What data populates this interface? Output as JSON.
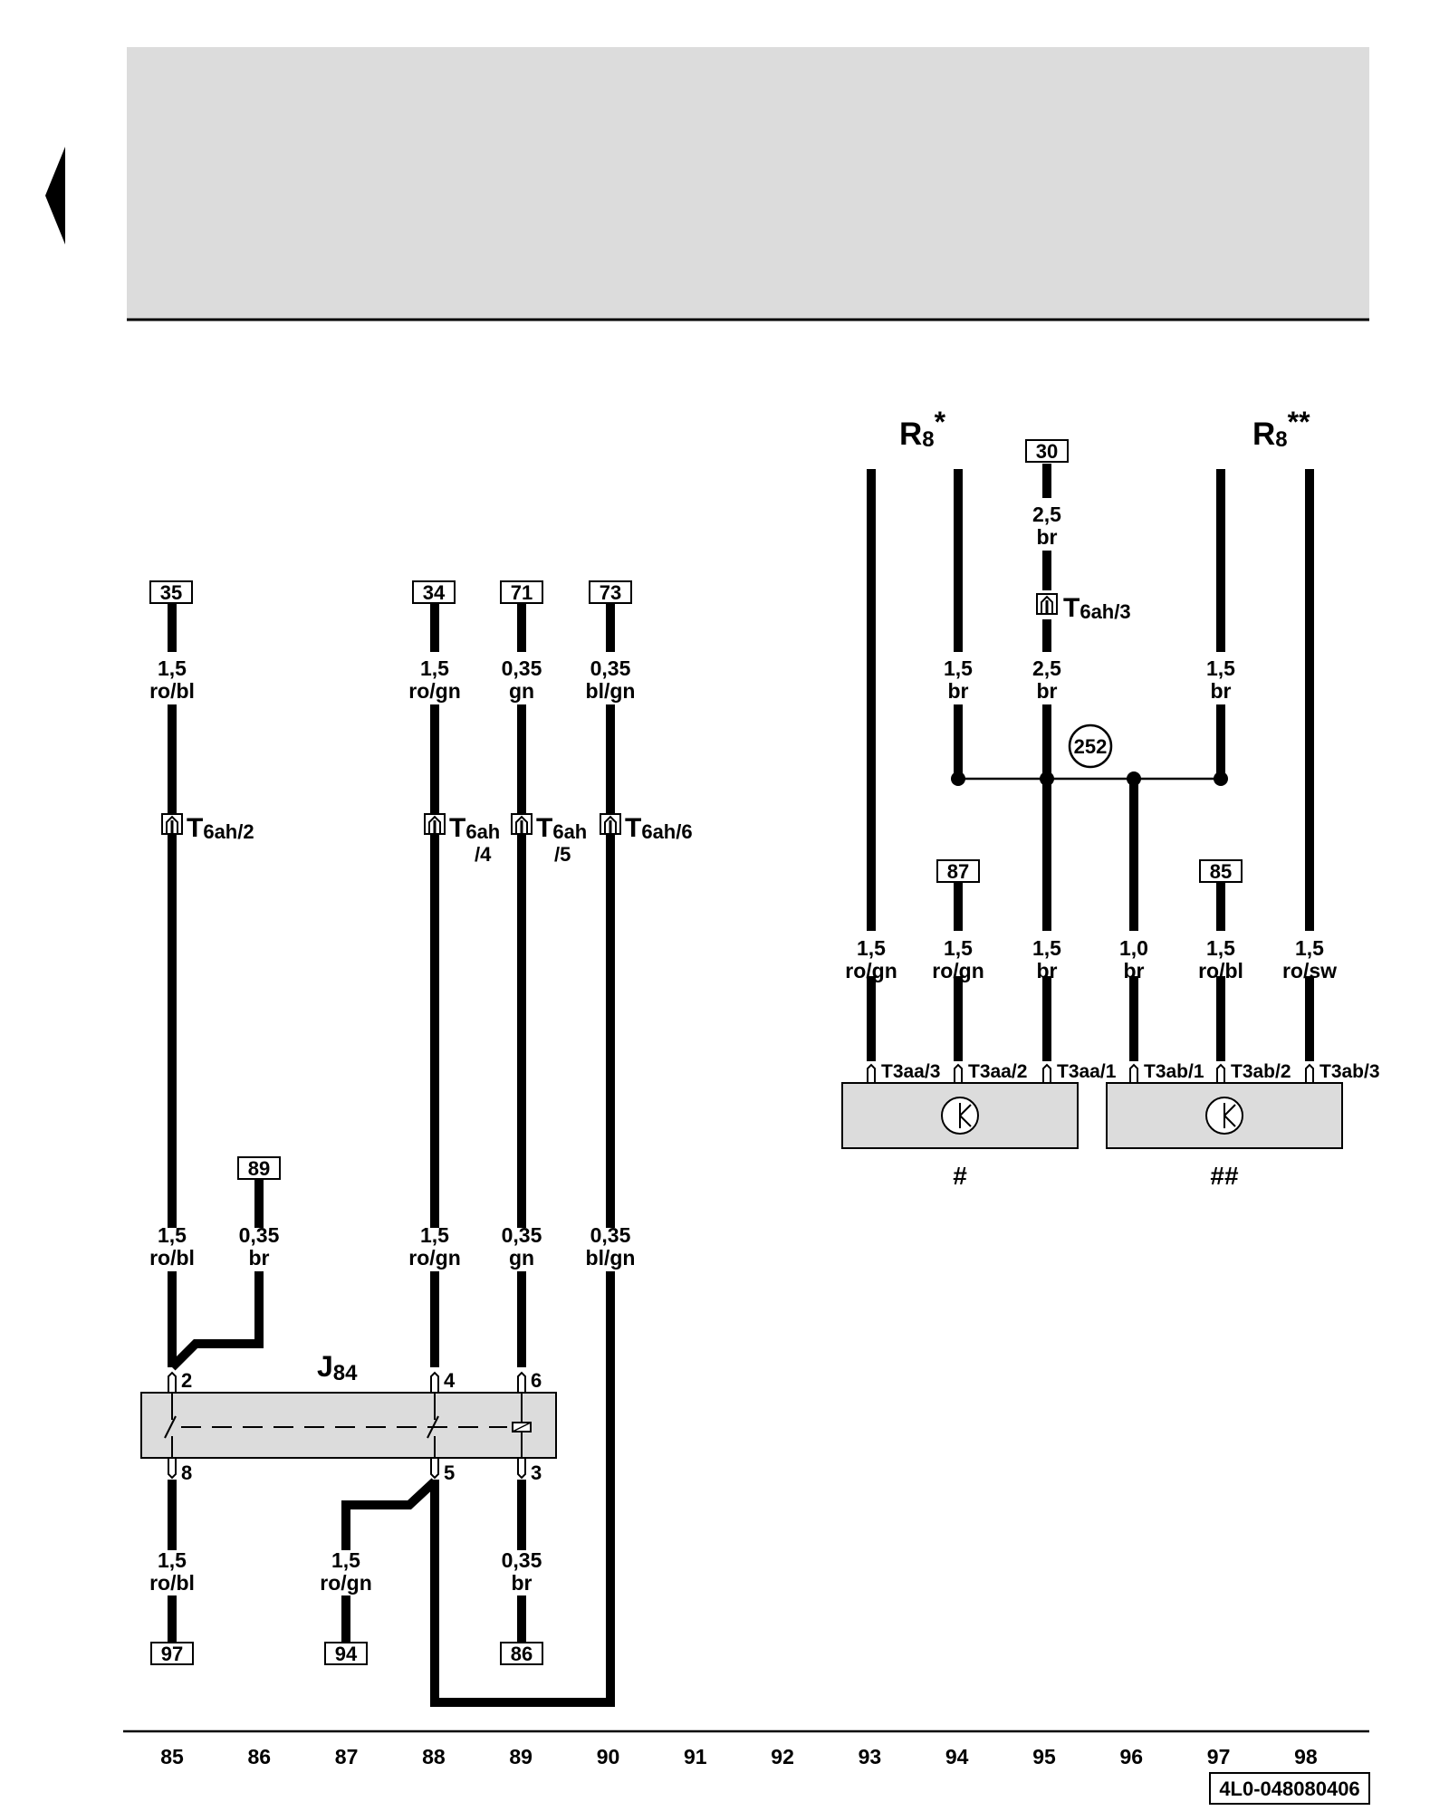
{
  "components": {
    "r8_left": {
      "base": "R",
      "sub": "8",
      "sup": "*"
    },
    "r8_right": {
      "base": "R",
      "sub": "8",
      "sup": "**"
    },
    "j84": {
      "base": "J",
      "sub": "84"
    }
  },
  "refs": {
    "r35": "35",
    "r34": "34",
    "r71": "71",
    "r73": "73",
    "r30": "30",
    "r89": "89",
    "r87": "87",
    "r85": "85",
    "r97": "97",
    "r94": "94",
    "r86": "86"
  },
  "wires": {
    "w35_a": "1,5",
    "w35_b": "ro/bl",
    "w34_a": "1,5",
    "w34_b": "ro/gn",
    "w71_a": "0,35",
    "w71_b": "gn",
    "w73_a": "0,35",
    "w73_b": "bl/gn",
    "w30_a": "2,5",
    "w30_b": "br",
    "w95u_a": "2,5",
    "w95u_b": "br",
    "w94u_a": "1,5",
    "w94u_b": "br",
    "w97u_a": "1,5",
    "w97u_b": "br",
    "w85l_a": "1,5",
    "w85l_b": "ro/bl",
    "w89_a": "0,35",
    "w89_b": "br",
    "w88l_a": "1,5",
    "w88l_b": "ro/gn",
    "w89l_a": "0,35",
    "w89l_b": "gn",
    "w90l_a": "0,35",
    "w90l_b": "bl/gn",
    "w85b_a": "1,5",
    "w85b_b": "ro/bl",
    "w87b_a": "1,5",
    "w87b_b": "ro/gn",
    "w89b_a": "0,35",
    "w89b_b": "br",
    "w93_a": "1,5",
    "w93_b": "ro/gn",
    "w94_a": "1,5",
    "w94_b": "ro/gn",
    "w95_a": "1,5",
    "w95_b": "br",
    "w96_a": "1,0",
    "w96_b": "br",
    "w97_a": "1,5",
    "w97_b": "ro/bl",
    "w98_a": "1,5",
    "w98_b": "ro/sw"
  },
  "connectors": {
    "t6ah_2": {
      "base": "T",
      "sub": "6ah/2"
    },
    "t6ah_4": {
      "base": "T",
      "sub": "6ah",
      "line2": "/4"
    },
    "t6ah_5": {
      "base": "T",
      "sub": "6ah",
      "line2": "/5"
    },
    "t6ah_6": {
      "base": "T",
      "sub": "6ah/6"
    },
    "t6ah_3": {
      "base": "T",
      "sub": "6ah/3"
    }
  },
  "pins": {
    "j84_2": "2",
    "j84_4": "4",
    "j84_6": "6",
    "j84_8": "8",
    "j84_5": "5",
    "j84_3": "3",
    "t3aa3": "T3aa/3",
    "t3aa2": "T3aa/2",
    "t3aa1": "T3aa/1",
    "t3ab1": "T3ab/1",
    "t3ab2": "T3ab/2",
    "t3ab3": "T3ab/3"
  },
  "ground_point": "252",
  "module_marks": {
    "left": "#",
    "right": "##"
  },
  "columns": [
    "85",
    "86",
    "87",
    "88",
    "89",
    "90",
    "91",
    "92",
    "93",
    "94",
    "95",
    "96",
    "97",
    "98"
  ],
  "doc_code": "4L0-048080406",
  "colors": {
    "wire": "#000000",
    "banner": "#dcdcdc",
    "module_fill": "#dcdcdc"
  },
  "icons": {
    "back": "left-triangle-icon",
    "ground": "ground-circle-icon",
    "antenna": "circle-symbol-icon",
    "connector": "connector-pin-icon"
  }
}
